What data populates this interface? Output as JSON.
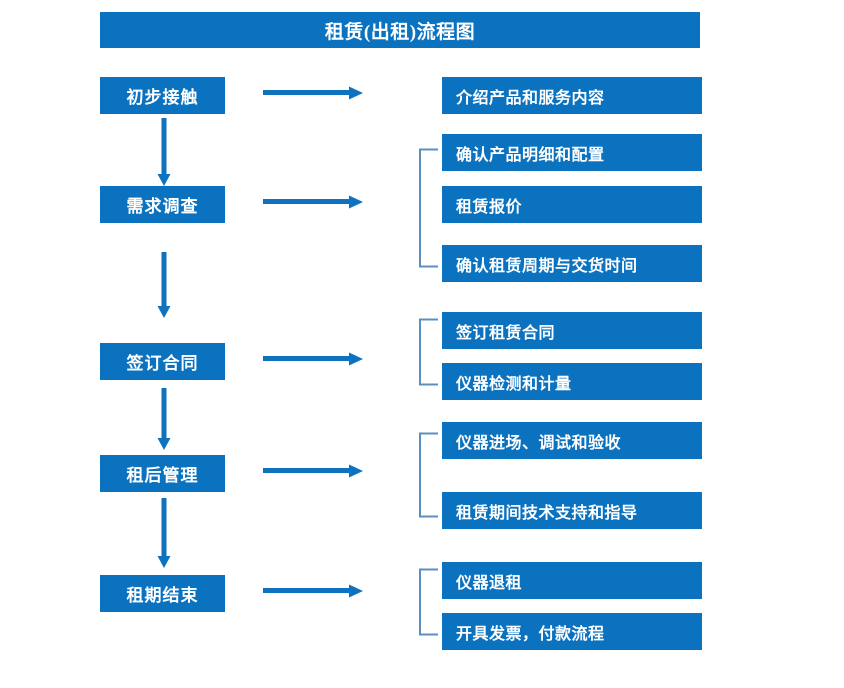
{
  "title": "租赁(出租)流程图",
  "colors": {
    "box_blue": "#0B72C0",
    "arrow_blue": "#0E72BE",
    "bracket_blue": "#5B8FC0",
    "text_white": "#FFFFFF",
    "background": "#FFFFFF"
  },
  "chart_data": {
    "type": "diagram",
    "title": "租赁(出租)流程图",
    "stages": [
      {
        "label": "初步接触",
        "details": [
          "介绍产品和服务内容"
        ],
        "bracketed": false
      },
      {
        "label": "需求调查",
        "details": [
          "确认产品明细和配置",
          "租赁报价",
          "确认租赁周期与交货时间"
        ],
        "bracketed": true
      },
      {
        "label": "签订合同",
        "details": [
          "签订租赁合同",
          "仪器检测和计量"
        ],
        "bracketed": true
      },
      {
        "label": "租后管理",
        "details": [
          "仪器进场、调试和验收",
          "租赁期间技术支持和指导"
        ],
        "bracketed": true
      },
      {
        "label": "租期结束",
        "details": [
          "仪器退租",
          "开具发票，付款流程"
        ],
        "bracketed": true
      }
    ]
  },
  "stages": {
    "s0": {
      "label": "初步接触"
    },
    "s1": {
      "label": "需求调查"
    },
    "s2": {
      "label": "签订合同"
    },
    "s3": {
      "label": "租后管理"
    },
    "s4": {
      "label": "租期结束"
    }
  },
  "details": {
    "d0": "介绍产品和服务内容",
    "d1": "确认产品明细和配置",
    "d2": "租赁报价",
    "d3": "确认租赁周期与交货时间",
    "d4": "签订租赁合同",
    "d5": "仪器检测和计量",
    "d6": "仪器进场、调试和验收",
    "d7": "租赁期间技术支持和指导",
    "d8": "仪器退租",
    "d9": "开具发票，付款流程"
  }
}
